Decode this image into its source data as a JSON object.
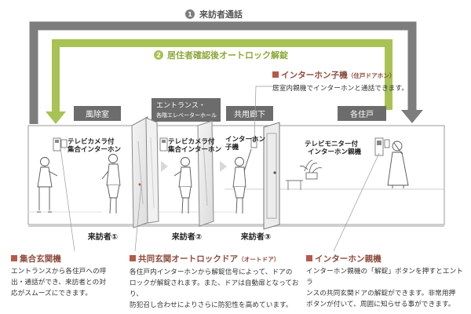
{
  "flows": {
    "visitor_call": {
      "num": "1",
      "label": "来訪者通話",
      "color": "#7d7d7d"
    },
    "unlock": {
      "num": "2",
      "label": "居住者確認後オートロック解錠",
      "color": "#a9c254"
    }
  },
  "zones": {
    "windbreak": "風除室",
    "entrance": [
      "エントランス・",
      "各階エレベーターホール"
    ],
    "corridor": "共用廊下",
    "unit": "各住戸"
  },
  "device_labels": {
    "collective_1": [
      "テレビカメラ付",
      "集合インターホン"
    ],
    "collective_2": [
      "テレビカメラ付",
      "集合インターホン"
    ],
    "door_handset": [
      "インターホン",
      "子機"
    ],
    "monitor": [
      "テレビモニター付",
      "インターホン親機"
    ]
  },
  "visitors": [
    "来訪者①",
    "来訪者②",
    "来訪者③"
  ],
  "callouts": {
    "child_unit": {
      "title": "インターホン子機",
      "title_note": "（住戸ドアホン）",
      "body": "居室内親機でインターホンと通話できます。"
    },
    "collective": {
      "title": "集合玄関機",
      "body": [
        "エントランスから各住戸への呼",
        "出・通話ができ、来訪者との対",
        "応がスムーズにできます。"
      ]
    },
    "auto_door": {
      "title": "共同玄関オートロックドア",
      "title_note": "（オートドア）",
      "body": [
        "各住戸内インターホンから解錠信号によって、ドアの",
        "ロックが解錠されます。また、ドアは自動扉となっており、",
        "防犯召し合わせによりさらに防犯性を高めています。"
      ]
    },
    "master": {
      "title": "インターホン親機",
      "body": [
        "インターホン親機の「解錠」ボタンを押すとエントラ",
        "ンスの共同玄関ドアの解錠ができます。非常用押",
        "ボタンが付いて、周囲に知らせる事ができます。"
      ]
    }
  },
  "colors": {
    "arrow_gray": "#7d7d7d",
    "arrow_green": "#a9c254",
    "zone_bg": "#6c6c6c",
    "accent_red": "#b35a4a",
    "heading_text": "#8c4b3c"
  }
}
